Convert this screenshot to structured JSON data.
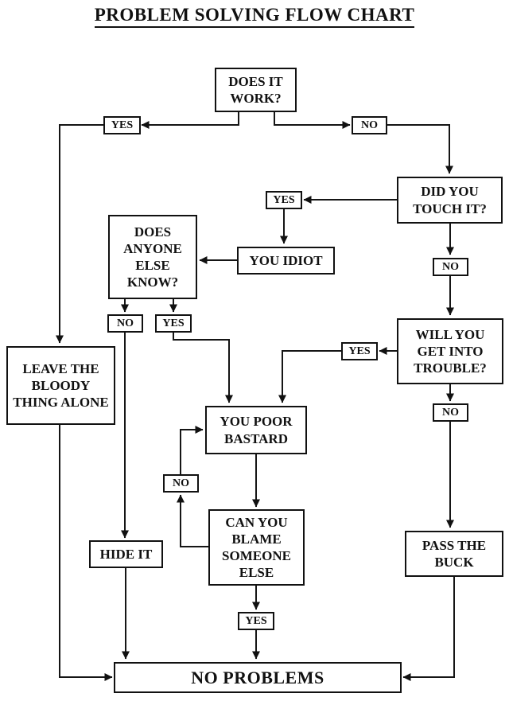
{
  "title": "PROBLEM SOLVING FLOW CHART",
  "nodes": {
    "does_it_work": {
      "label": "DOES IT WORK?"
    },
    "yes_top": {
      "label": "YES"
    },
    "no_top": {
      "label": "NO"
    },
    "did_you_touch_it": {
      "label": "DID YOU TOUCH IT?"
    },
    "yes_touch": {
      "label": "YES"
    },
    "you_idiot": {
      "label": "YOU IDIOT"
    },
    "does_anyone_else_know": {
      "label": "DOES ANYONE ELSE KNOW?"
    },
    "no_know": {
      "label": "NO"
    },
    "yes_know": {
      "label": "YES"
    },
    "no_touch": {
      "label": "NO"
    },
    "will_you_get_into_trouble": {
      "label": "WILL YOU GET INTO TROUBLE?"
    },
    "yes_trouble": {
      "label": "YES"
    },
    "no_trouble": {
      "label": "NO"
    },
    "leave_the_bloody_thing_alone": {
      "label": "LEAVE THE BLOODY THING ALONE"
    },
    "you_poor_bastard": {
      "label": "YOU POOR BASTARD"
    },
    "no_blame": {
      "label": "NO"
    },
    "can_you_blame_someone_else": {
      "label": "CAN YOU BLAME SOMEONE ELSE"
    },
    "hide_it": {
      "label": "HIDE IT"
    },
    "pass_the_buck": {
      "label": "PASS THE BUCK"
    },
    "yes_blame": {
      "label": "YES"
    },
    "no_problems": {
      "label": "NO PROBLEMS"
    }
  },
  "edges": [
    {
      "from": "does_it_work",
      "label": "YES",
      "to": "leave_the_bloody_thing_alone"
    },
    {
      "from": "does_it_work",
      "label": "NO",
      "to": "did_you_touch_it"
    },
    {
      "from": "did_you_touch_it",
      "label": "YES",
      "to": "you_idiot"
    },
    {
      "from": "did_you_touch_it",
      "label": "NO",
      "to": "will_you_get_into_trouble"
    },
    {
      "from": "you_idiot",
      "label": "",
      "to": "does_anyone_else_know"
    },
    {
      "from": "does_anyone_else_know",
      "label": "NO",
      "to": "hide_it"
    },
    {
      "from": "does_anyone_else_know",
      "label": "YES",
      "to": "you_poor_bastard"
    },
    {
      "from": "will_you_get_into_trouble",
      "label": "YES",
      "to": "you_poor_bastard"
    },
    {
      "from": "will_you_get_into_trouble",
      "label": "NO",
      "to": "pass_the_buck"
    },
    {
      "from": "you_poor_bastard",
      "label": "",
      "to": "can_you_blame_someone_else"
    },
    {
      "from": "can_you_blame_someone_else",
      "label": "NO",
      "to": "you_poor_bastard"
    },
    {
      "from": "can_you_blame_someone_else",
      "label": "YES",
      "to": "no_problems"
    },
    {
      "from": "hide_it",
      "label": "",
      "to": "no_problems"
    },
    {
      "from": "leave_the_bloody_thing_alone",
      "label": "",
      "to": "no_problems"
    },
    {
      "from": "pass_the_buck",
      "label": "",
      "to": "no_problems"
    }
  ]
}
